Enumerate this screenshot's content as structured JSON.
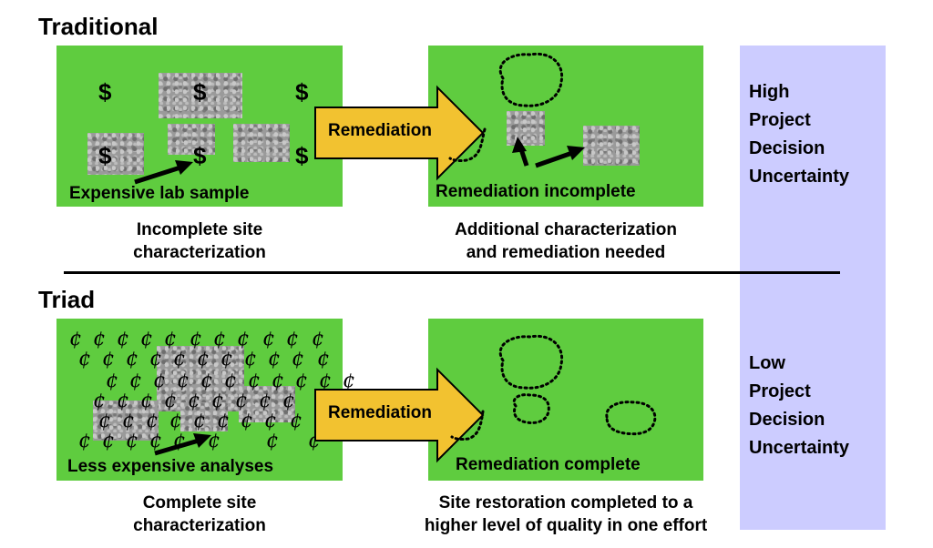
{
  "traditional": {
    "heading": "Traditional",
    "left_label": "Expensive lab sample",
    "left_caption": [
      "Incomplete site",
      "characterization"
    ],
    "arrow_label": "Remediation",
    "right_label": "Remediation incomplete",
    "right_caption": [
      "Additional characterization",
      "and remediation needed"
    ],
    "dollar_symbol": "$",
    "uncertainty": [
      "High",
      "Project",
      "Decision",
      "Uncertainty"
    ]
  },
  "triad": {
    "heading": "Triad",
    "left_label": "Less expensive analyses",
    "left_caption": [
      "Complete site",
      "characterization"
    ],
    "arrow_label": "Remediation",
    "right_label": "Remediation complete",
    "right_caption": [
      "Site restoration completed to a",
      "higher level of quality in one effort"
    ],
    "cent_symbol": "¢",
    "uncertainty": [
      "Low",
      "Project",
      "Decision",
      "Uncertainty"
    ]
  },
  "colors": {
    "panel_green": "#5fcc3f",
    "arrow_yellow": "#f2c230",
    "side_band": "#ccccff"
  }
}
